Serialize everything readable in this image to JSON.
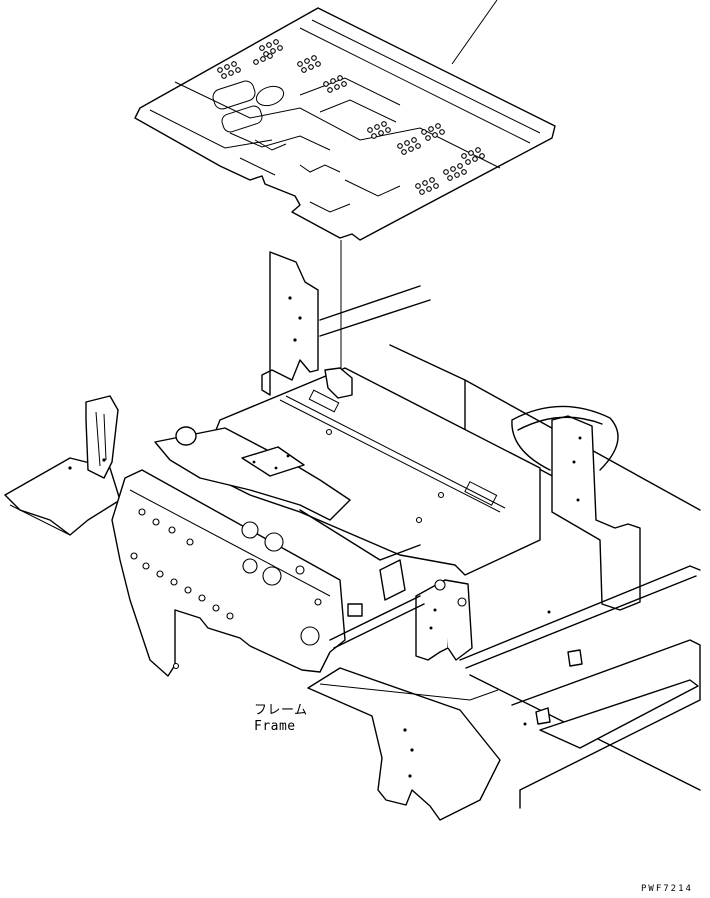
{
  "labels": {
    "part_name_jp": "フレーム",
    "part_name_en": "Frame"
  },
  "drawing_code": "PWF7214",
  "colors": {
    "line": "#000000",
    "background": "#ffffff"
  }
}
